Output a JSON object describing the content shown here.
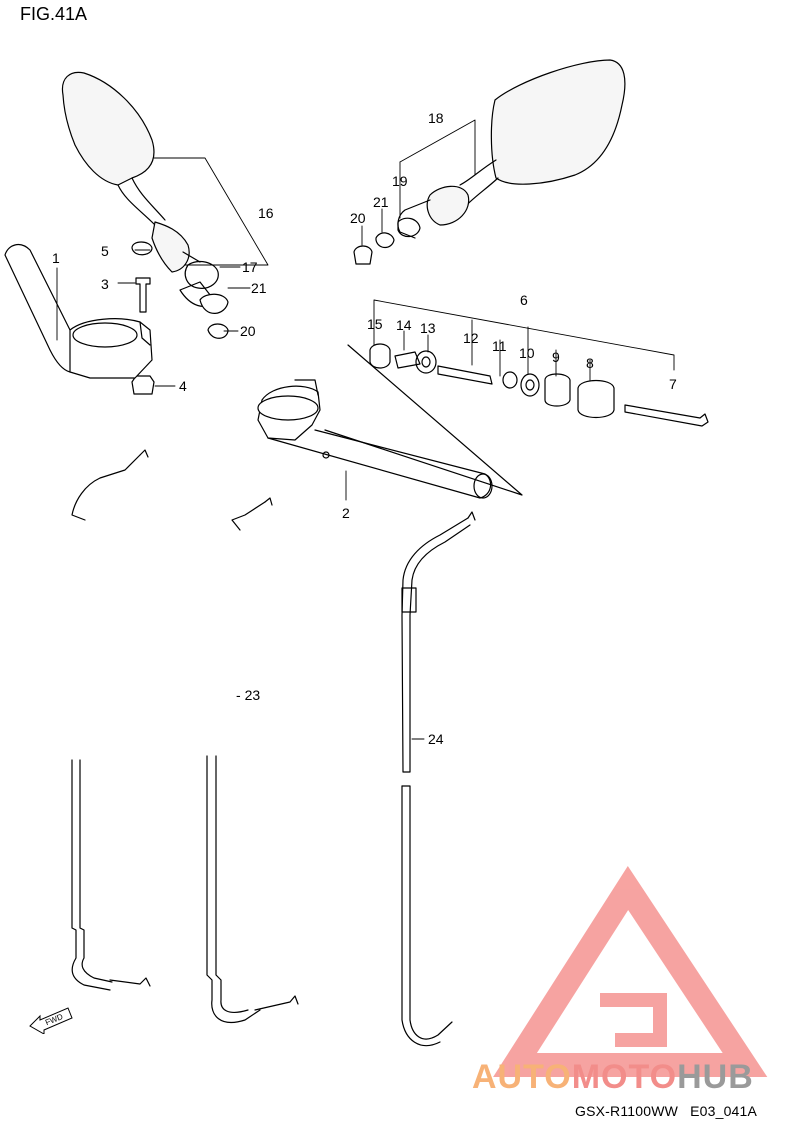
{
  "figure": {
    "title": "FIG.41A"
  },
  "callouts": [
    {
      "id": "1",
      "text": "1"
    },
    {
      "id": "2",
      "text": "2"
    },
    {
      "id": "3",
      "text": "3"
    },
    {
      "id": "4",
      "text": "4"
    },
    {
      "id": "5",
      "text": "5"
    },
    {
      "id": "6",
      "text": "6"
    },
    {
      "id": "7",
      "text": "7"
    },
    {
      "id": "8",
      "text": "8"
    },
    {
      "id": "9",
      "text": "9"
    },
    {
      "id": "10",
      "text": "10"
    },
    {
      "id": "11",
      "text": "11"
    },
    {
      "id": "12",
      "text": "12"
    },
    {
      "id": "13",
      "text": "13"
    },
    {
      "id": "14",
      "text": "14"
    },
    {
      "id": "15",
      "text": "15"
    },
    {
      "id": "16",
      "text": "16"
    },
    {
      "id": "17",
      "text": "17"
    },
    {
      "id": "18",
      "text": "18"
    },
    {
      "id": "19",
      "text": "19"
    },
    {
      "id": "20a",
      "text": "20"
    },
    {
      "id": "20b",
      "text": "20"
    },
    {
      "id": "21a",
      "text": "21"
    },
    {
      "id": "21b",
      "text": "21"
    },
    {
      "id": "23",
      "text": "23"
    },
    {
      "id": "24",
      "text": "24"
    }
  ],
  "footer": {
    "model": "GSX-R1100WW",
    "code": "E03_041A"
  },
  "watermark": {
    "part1": "AUTO",
    "part2": "MOTO",
    "part3": "HUB",
    "color_a": "#f7b277",
    "color_b": "#f28d8a",
    "color_c": "#9a9a9a"
  },
  "fwd_label": "FWD"
}
